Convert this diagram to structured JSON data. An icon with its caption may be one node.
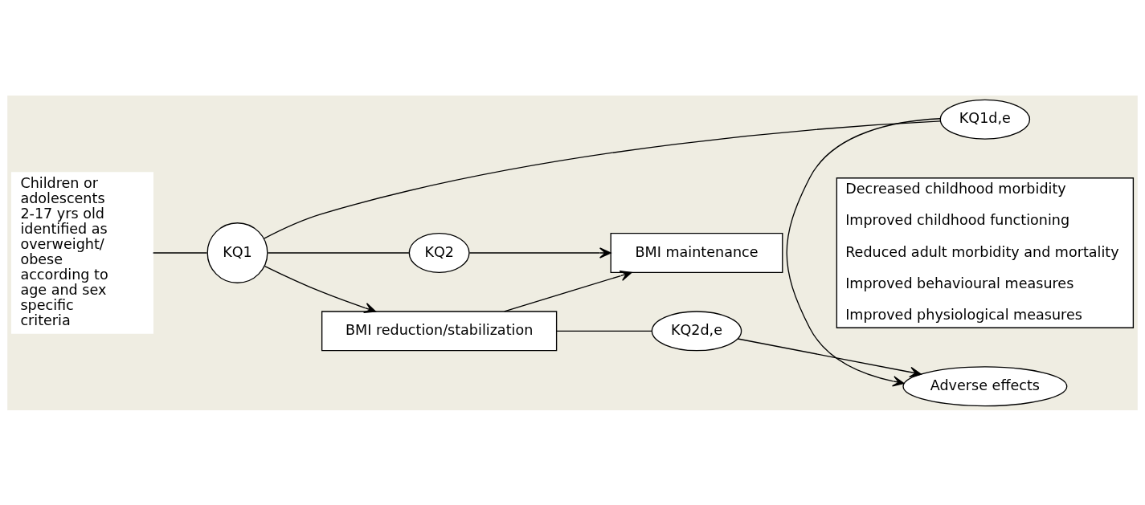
{
  "diagram": {
    "nodes": [
      {
        "text": [
          "Children or adolescents 2-17 yrs old identified as overweight/ obese according to age and sex specific criteria"
        ]
      },
      {
        "text": [
          "KQ1"
        ]
      },
      {
        "text": [
          "KQ2"
        ]
      },
      {
        "text": [
          "BMI reduction/stabilization"
        ]
      },
      {
        "text": [
          "BMI maintenance"
        ]
      },
      {
        "text": [
          "KQ1d,e"
        ]
      },
      {
        "text": [
          "KQ2d,e"
        ]
      },
      {
        "text": [
          "Adverse effects"
        ]
      },
      {
        "text": [
          "Decreased childhood morbidity",
          "Improved childhood functioning",
          "Reduced adult morbidity and mortality",
          "Improved behavioural measures",
          "Improved physiological measures"
        ]
      }
    ],
    "edges": [
      {
        "from": 0,
        "to": 1,
        "arrow": "none"
      },
      {
        "from": 1,
        "to": 3,
        "arrow": "to"
      },
      {
        "from": 1,
        "to": 2,
        "arrow": "none"
      },
      {
        "from": 2,
        "to": 4,
        "arrow": "to"
      },
      {
        "from": 3,
        "to": 4,
        "arrow": "to"
      },
      {
        "from": 1,
        "to": 5,
        "arrow": "none"
      },
      {
        "from": 5,
        "to": 7,
        "arrow": "to"
      },
      {
        "from": 3,
        "to": 6,
        "arrow": "none"
      },
      {
        "from": 6,
        "to": 7,
        "arrow": "to"
      }
    ]
  }
}
